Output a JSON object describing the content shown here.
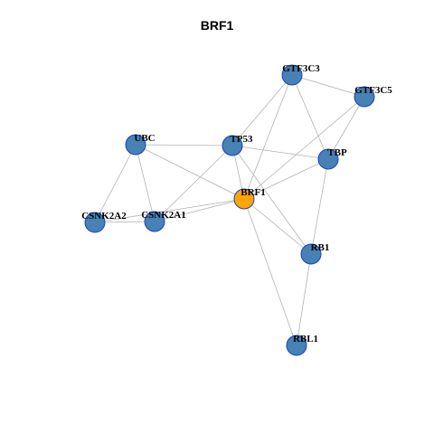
{
  "title": "BRF1",
  "colors": {
    "focus_fill": "#ffa500",
    "node_fill": "#4682b4",
    "node_stroke": "#1f3fbf",
    "edge": "#b3b3b3"
  },
  "nodes": [
    {
      "id": "GTF3C3",
      "label": "GTF3C3",
      "role": "neighbor"
    },
    {
      "id": "GTF3C5",
      "label": "GTF3C5",
      "role": "neighbor"
    },
    {
      "id": "UBC",
      "label": "UBC",
      "role": "neighbor"
    },
    {
      "id": "TP53",
      "label": "TP53",
      "role": "neighbor"
    },
    {
      "id": "TBP",
      "label": "TBP",
      "role": "neighbor"
    },
    {
      "id": "BRF1",
      "label": "BRF1",
      "role": "focus"
    },
    {
      "id": "CSNK2A2",
      "label": "CSNK2A2",
      "role": "neighbor"
    },
    {
      "id": "CSNK2A1",
      "label": "CSNK2A1",
      "role": "neighbor"
    },
    {
      "id": "RB1",
      "label": "RB1",
      "role": "neighbor"
    },
    {
      "id": "RBL1",
      "label": "RBL1",
      "role": "neighbor"
    }
  ],
  "edges": [
    [
      "GTF3C3",
      "GTF3C5"
    ],
    [
      "GTF3C3",
      "TP53"
    ],
    [
      "GTF3C3",
      "TBP"
    ],
    [
      "GTF3C3",
      "BRF1"
    ],
    [
      "GTF3C5",
      "TBP"
    ],
    [
      "GTF3C5",
      "BRF1"
    ],
    [
      "UBC",
      "TP53"
    ],
    [
      "UBC",
      "BRF1"
    ],
    [
      "UBC",
      "CSNK2A2"
    ],
    [
      "UBC",
      "CSNK2A1"
    ],
    [
      "TP53",
      "TBP"
    ],
    [
      "TP53",
      "BRF1"
    ],
    [
      "TP53",
      "CSNK2A1"
    ],
    [
      "TP53",
      "RB1"
    ],
    [
      "TBP",
      "BRF1"
    ],
    [
      "TBP",
      "RB1"
    ],
    [
      "BRF1",
      "CSNK2A1"
    ],
    [
      "BRF1",
      "CSNK2A2"
    ],
    [
      "BRF1",
      "RB1"
    ],
    [
      "BRF1",
      "RBL1"
    ],
    [
      "CSNK2A2",
      "CSNK2A1"
    ],
    [
      "RB1",
      "RBL1"
    ]
  ]
}
